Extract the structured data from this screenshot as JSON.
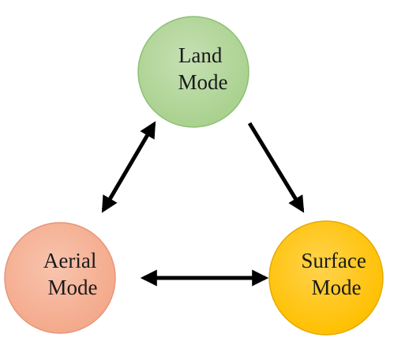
{
  "diagram": {
    "nodes": [
      {
        "id": "land",
        "lines": [
          "Land",
          "Mode"
        ],
        "fill": "#a9d18e",
        "fill_light": "#c6e0b4",
        "stroke": "#8fbf74"
      },
      {
        "id": "aerial",
        "lines": [
          "Aerial",
          "Mode"
        ],
        "fill": "#f4a98a",
        "fill_light": "#f8c4ae",
        "stroke": "#e8957a"
      },
      {
        "id": "surface",
        "lines": [
          "Surface",
          "Mode"
        ],
        "fill": "#ffc000",
        "fill_light": "#ffd34d",
        "stroke": "#e6aa00"
      }
    ],
    "edges": [
      {
        "from": "land",
        "to": "aerial",
        "direction": "bidirectional"
      },
      {
        "from": "land",
        "to": "surface",
        "direction": "forward"
      },
      {
        "from": "aerial",
        "to": "surface",
        "direction": "bidirectional"
      }
    ],
    "arrow_color": "#000000"
  }
}
